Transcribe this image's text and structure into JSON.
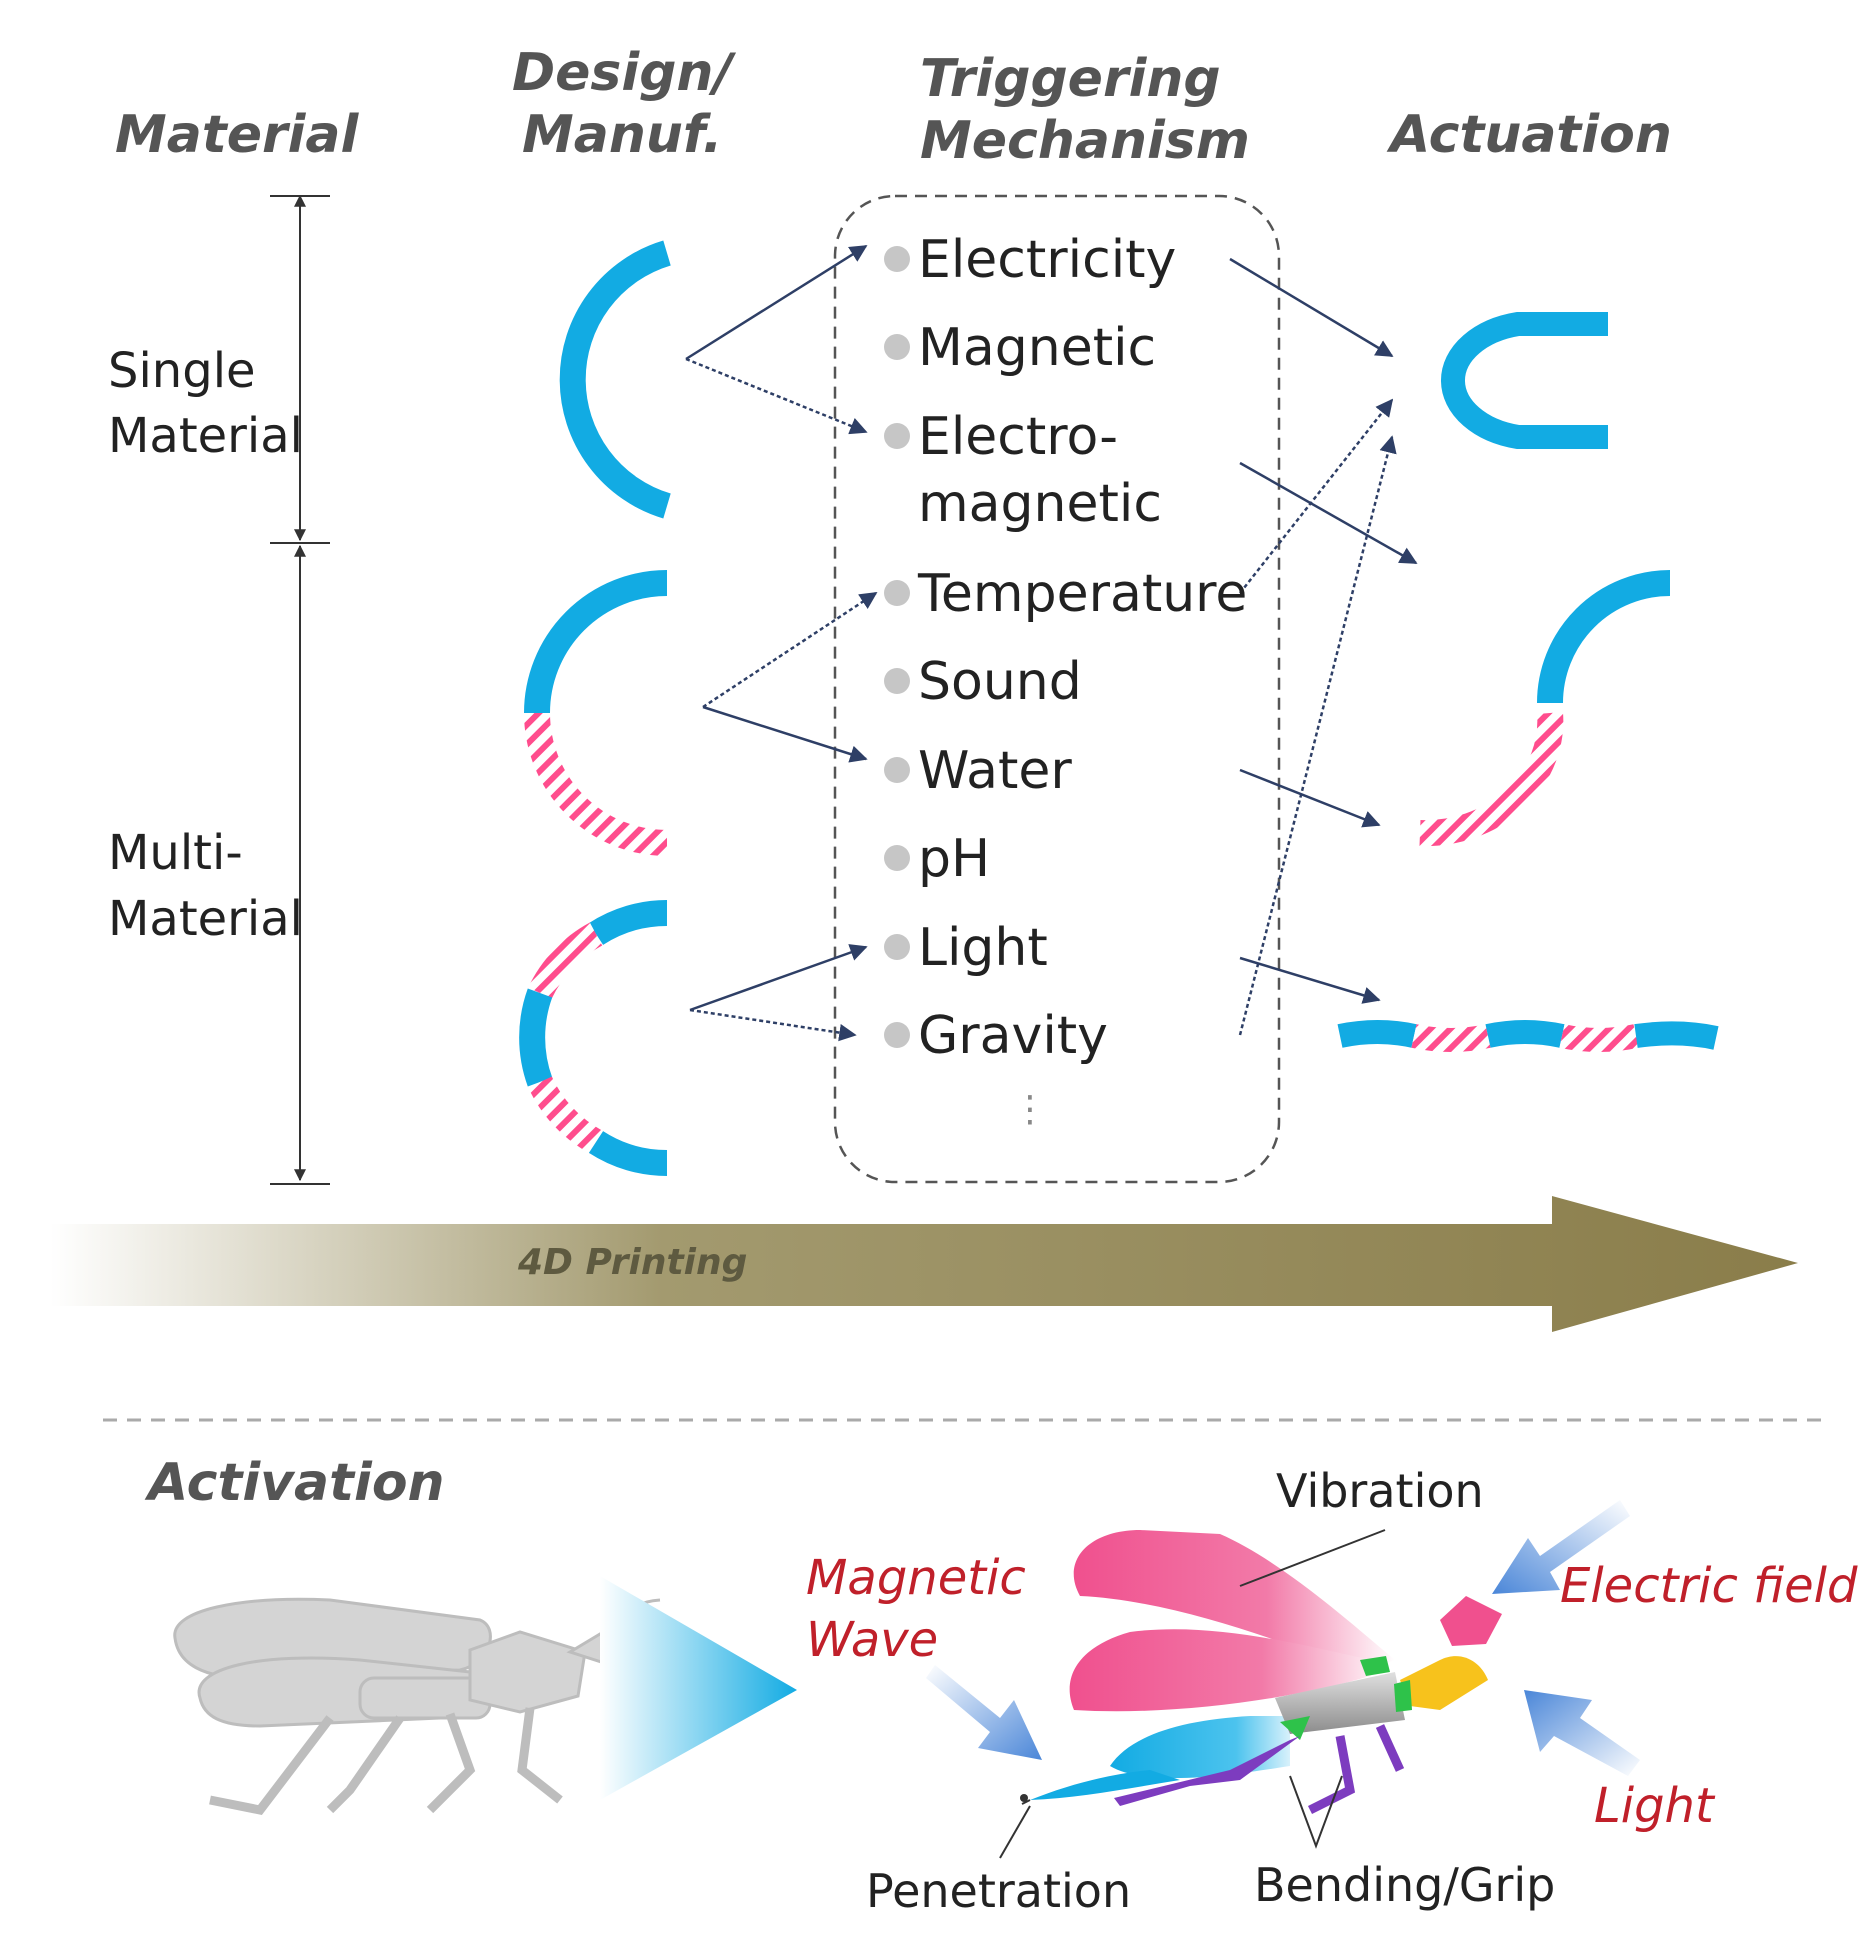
{
  "headers": {
    "material": "Material",
    "design_line1": "Design/",
    "design_line2": "Manuf.",
    "trigger_line1": "Triggering",
    "trigger_line2": "Mechanism",
    "actuation": "Actuation"
  },
  "material_labels": {
    "single_line1": "Single",
    "single_line2": "Material",
    "multi_line1": "Multi-",
    "multi_line2": "Material"
  },
  "triggers": [
    {
      "label": "Electricity"
    },
    {
      "label": "Magnetic"
    },
    {
      "label": "Electro-",
      "label2": "magnetic"
    },
    {
      "label": "Temperature"
    },
    {
      "label": "Sound"
    },
    {
      "label": "Water"
    },
    {
      "label": "pH"
    },
    {
      "label": "Light"
    },
    {
      "label": "Gravity"
    }
  ],
  "ellipsis": "⋮",
  "process_arrow_label": "4D Printing",
  "activation": {
    "title": "Activation",
    "magnetic_line1": "Magnetic",
    "magnetic_line2": "Wave",
    "electric_field": "Electric field",
    "light": "Light",
    "vibration": "Vibration",
    "penetration": "Penetration",
    "bending": "Bending/Grip"
  },
  "colors": {
    "blue": "#12abe3",
    "pink": "#f0508e",
    "hatch_pink": "#ff4d8d",
    "arrow_olive": "#8a7d4a",
    "dark_arrow": "#2e3f66",
    "red_text": "#c0202a"
  }
}
